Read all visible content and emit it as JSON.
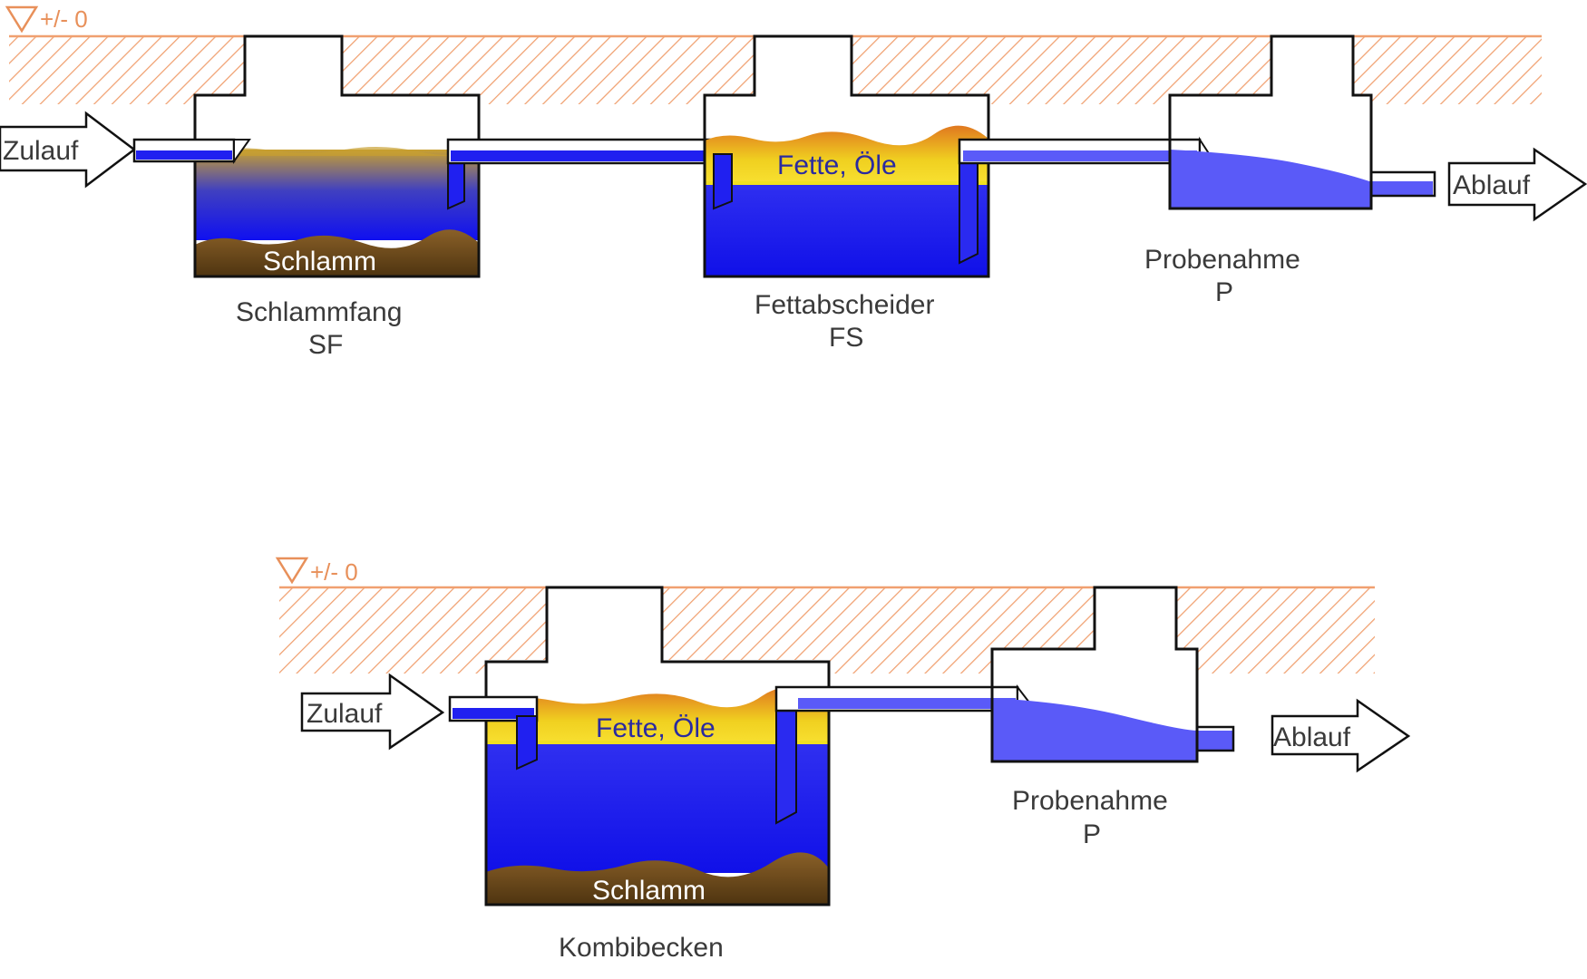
{
  "colors": {
    "ground_hatch": "#f0a070",
    "water": "#2020f0",
    "water_light": "#5a5af8",
    "fat": "#f0d020",
    "fat_top": "#e07820",
    "sludge": "#6b4a1e",
    "outline": "#111111",
    "text": "#3a3a3a"
  },
  "diagram_top": {
    "level_label": "+/- 0",
    "inlet_label": "Zulauf",
    "outlet_label": "Ablauf",
    "sludge_trap": {
      "sludge_label": "Schlamm",
      "name": "Schlammfang",
      "code": "SF"
    },
    "grease_separator": {
      "fat_label": "Fette, Öle",
      "name": "Fettabscheider",
      "code": "FS"
    },
    "sampling": {
      "name": "Probenahme",
      "code": "P"
    }
  },
  "diagram_bottom": {
    "level_label": "+/- 0",
    "inlet_label": "Zulauf",
    "outlet_label": "Ablauf",
    "combi_tank": {
      "fat_label": "Fette, Öle",
      "sludge_label": "Schlamm",
      "name": "Kombibecken"
    },
    "sampling": {
      "name": "Probenahme",
      "code": "P"
    }
  }
}
